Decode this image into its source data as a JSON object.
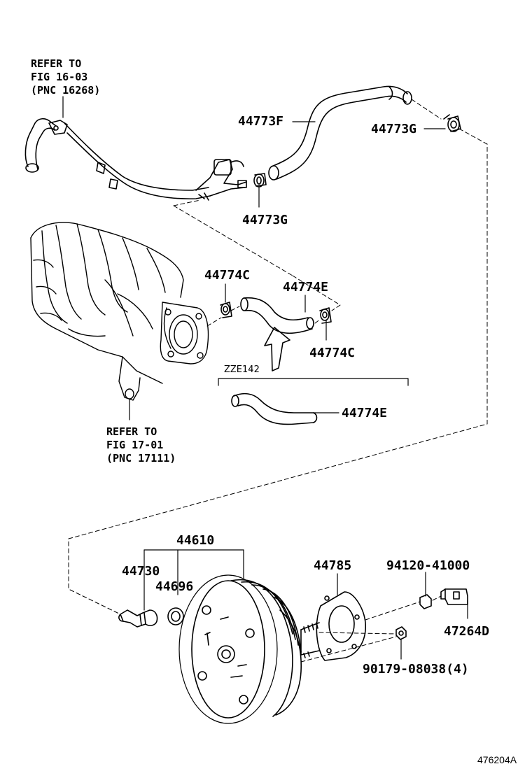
{
  "refs": {
    "top": [
      "REFER TO",
      "FIG 16-03",
      "(PNC 16268)"
    ],
    "mid": [
      "REFER TO",
      "FIG 17-01",
      "(PNC 17111)"
    ]
  },
  "labels": {
    "p44773F": "44773F",
    "p44773G_top": "44773G",
    "p44773G_mid": "44773G",
    "p44774C_left": "44774C",
    "p44774E_top": "44774E",
    "p44774C_right": "44774C",
    "variant": "ZZE142",
    "p44774E_bottom": "44774E",
    "p44610": "44610",
    "p44730": "44730",
    "p44696": "44696",
    "p44785": "44785",
    "p94120": "94120-41000",
    "p47264D": "47264D",
    "p90179": "90179-08038(4)"
  },
  "figure_id": "476204A"
}
